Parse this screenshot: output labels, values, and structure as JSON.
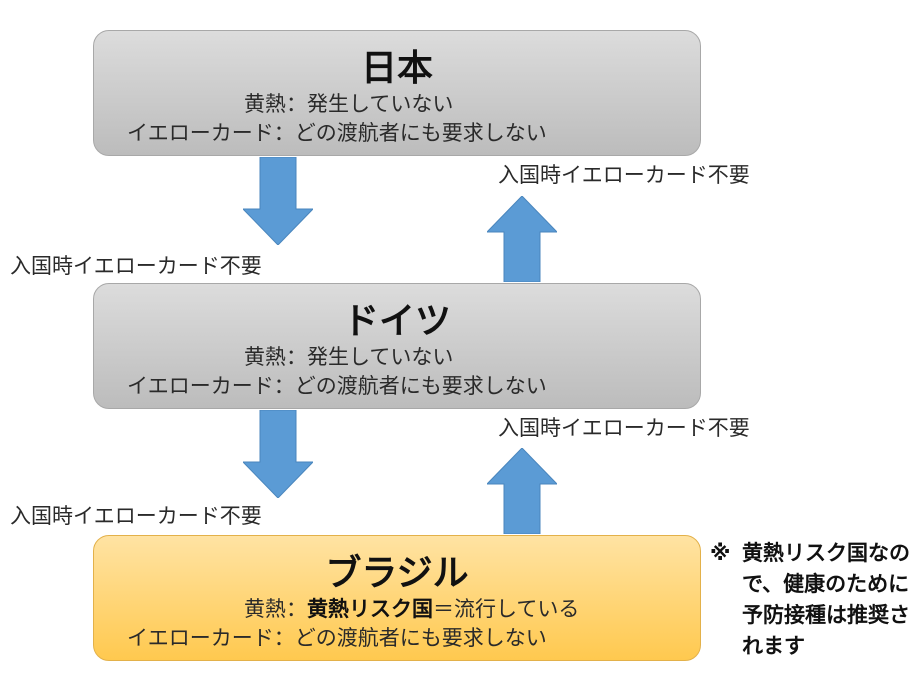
{
  "nodes": {
    "japan": {
      "title": "日本",
      "fever_label": "黄熱：",
      "fever_value": "発生していない",
      "card_label": "イエローカード：",
      "card_value": "どの渡航者にも要求しない"
    },
    "germany": {
      "title": "ドイツ",
      "fever_label": "黄熱：",
      "fever_value": "発生していない",
      "card_label": "イエローカード：",
      "card_value": "どの渡航者にも要求しない"
    },
    "brazil": {
      "title": "ブラジル",
      "fever_label": "黄熱：",
      "fever_risk": "黄熱リスク国",
      "fever_value": "＝流行している",
      "card_label": "イエローカード：",
      "card_value": "どの渡航者にも要求しない"
    }
  },
  "arrows": {
    "japan_to_germany": "入国時イエローカード不要",
    "germany_to_japan": "入国時イエローカード不要",
    "germany_to_brazil": "入国時イエローカード不要",
    "brazil_to_germany": "入国時イエローカード不要"
  },
  "note": {
    "mark": "※",
    "text": "黄熱リスク国なので、健康のために予防接種は推奨されます"
  },
  "colors": {
    "arrow": "#5b9bd5",
    "box_gray": "#c8c8c8",
    "box_highlight": "#ffd36e"
  }
}
